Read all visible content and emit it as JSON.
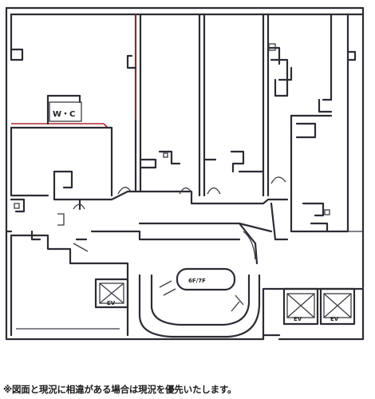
{
  "labels": {
    "wc": "W・C",
    "ev_left": "EV",
    "stair_center": "6F/7F",
    "ev_right_1": "EV",
    "ev_right_2": "EV"
  },
  "note": "※図面と現況に相違がある場合は現況を優先いたします。",
  "colors": {
    "wall": "#2c2c34",
    "accent_line": "#b3262e",
    "background": "#ffffff"
  }
}
